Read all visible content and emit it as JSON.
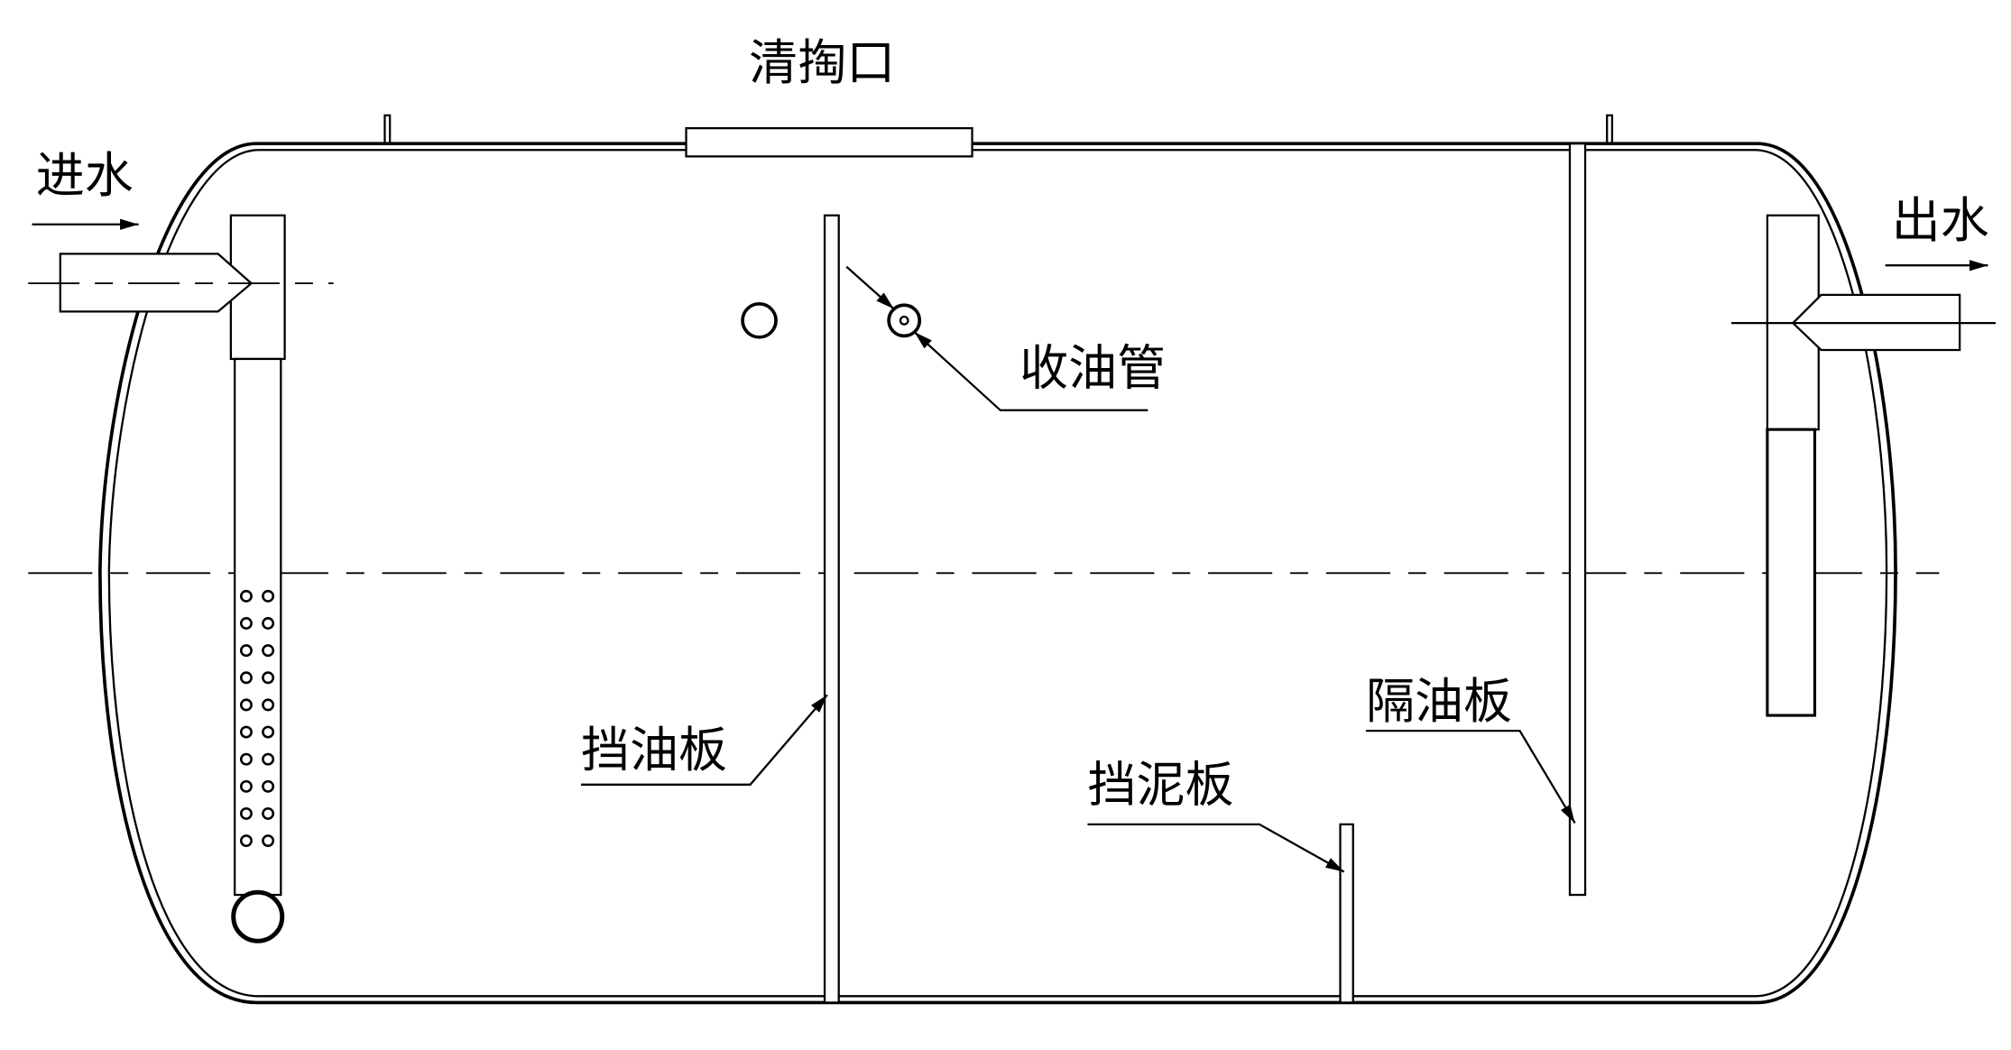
{
  "diagram": {
    "labels": {
      "cleanout": "清掏口",
      "inlet": "进水",
      "outlet": "出水",
      "oil_collection_pipe": "收油管",
      "oil_baffle": "挡油板",
      "sludge_baffle": "挡泥板",
      "oil_separator_plate": "隔油板"
    },
    "colors": {
      "line": "#000000",
      "background": "#ffffff"
    }
  }
}
